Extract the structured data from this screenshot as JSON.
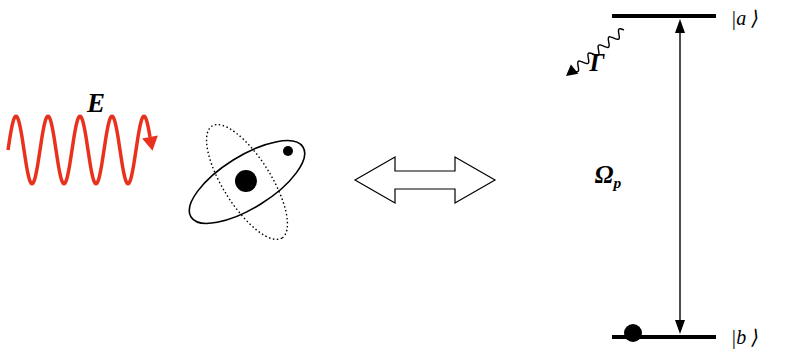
{
  "diagram": {
    "labels": [
      "E",
      "Γ",
      "Ωp",
      "|a ⟩",
      "|b ⟩"
    ]
  }
}
